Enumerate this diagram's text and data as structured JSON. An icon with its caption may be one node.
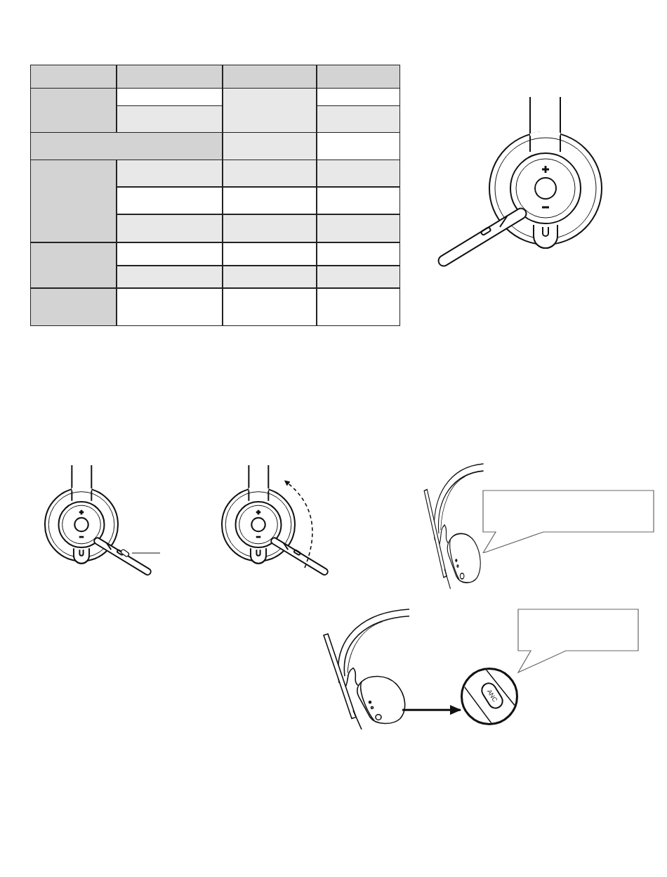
{
  "diagram": {
    "nodes": [
      {
        "text": [],
        "shape": "box"
      },
      {
        "text": [],
        "shape": "callout"
      },
      {
        "text": [],
        "shape": "picture"
      },
      {
        "text": [],
        "shape": "callout"
      },
      {
        "text": [
          "ANC"
        ]
      }
    ],
    "edges": [
      {
        "from": null,
        "to": 0,
        "arrow": "none"
      },
      {
        "from": 2,
        "to": 4,
        "arrow": "to"
      }
    ]
  }
}
